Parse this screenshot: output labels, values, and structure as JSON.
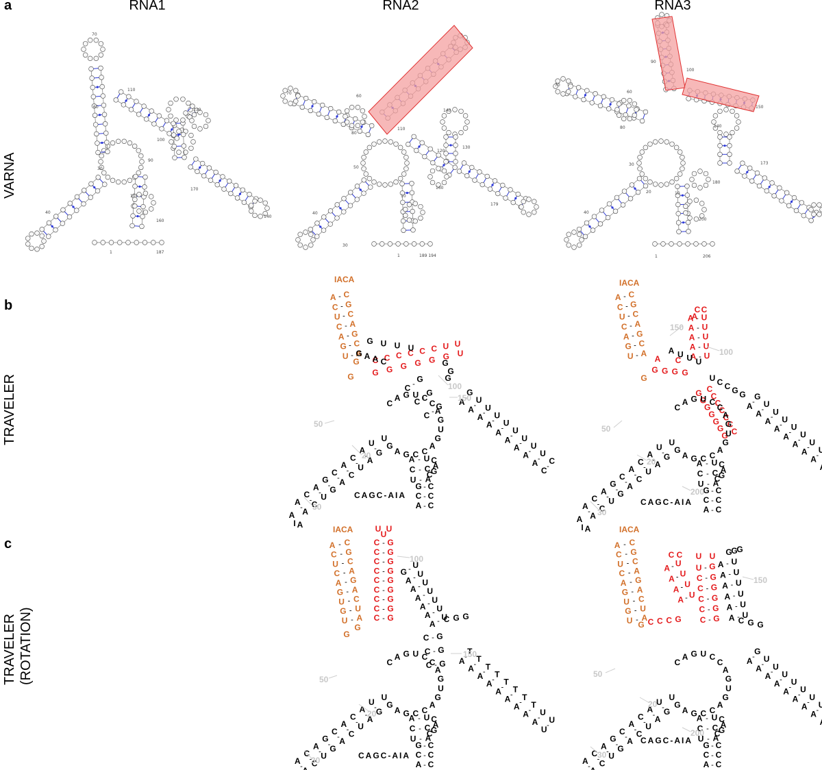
{
  "panels": {
    "a": {
      "letter": "a",
      "row_label": "VARNA"
    },
    "b": {
      "letter": "b",
      "row_label": "TRAVELER"
    },
    "c": {
      "letter": "c",
      "row_label_1": "TRAVELER",
      "row_label_2": "(ROTATION)"
    }
  },
  "columns": [
    "RNA1",
    "RNA2",
    "RNA3"
  ],
  "varna_numbers": {
    "rna1": [
      "70",
      "110",
      "60",
      "130",
      "100",
      "90",
      "30",
      "10",
      "160",
      "170",
      "140",
      "40",
      "1",
      "187"
    ],
    "rna2": [
      "70",
      "60",
      "140",
      "80",
      "110",
      "120",
      "130",
      "50",
      "160",
      "10",
      "179",
      "40",
      "30",
      "1",
      "189 194"
    ],
    "rna3": [
      "70",
      "90",
      "100",
      "150",
      "60",
      "140",
      "80",
      "30",
      "20",
      "173",
      "180",
      "10",
      "200",
      "40",
      "1",
      "206"
    ]
  },
  "traveler_numbers": {
    "b_rna2": [
      "100",
      "150",
      "50",
      "20",
      "30"
    ],
    "b_rna3": [
      "150",
      "100",
      "50",
      "20",
      "200",
      "30"
    ],
    "c_rna2": [
      "100",
      "150",
      "50",
      "20",
      "30"
    ],
    "c_rna3": [
      "150",
      "50",
      "20",
      "200",
      "30"
    ]
  },
  "sequence_fragments": {
    "tail": "CAGC-AIA",
    "hairpin_orange_loop": "IACA",
    "red_stem": "CCCCCUU",
    "poly_a": "AAAAAAAAA",
    "poly_u": "UUUUUUUUCC",
    "poly_t": "TTTTTTTTUUU"
  },
  "colors": {
    "backbone": "#777777",
    "base_pair": "#2f3bd8",
    "highlight_box": "#f4a0a0",
    "orange_nt": "#d2702a",
    "red_nt": "#e41a1c",
    "black_nt": "#000000",
    "number_gray": "#c8c8c8"
  }
}
